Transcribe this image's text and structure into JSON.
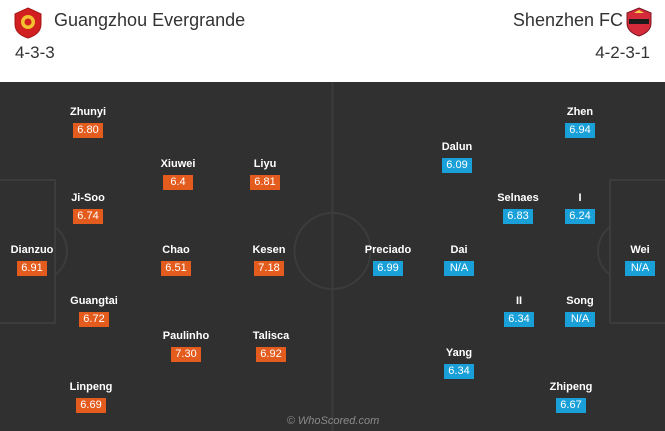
{
  "home": {
    "name": "Guangzhou Evergrande",
    "formation": "4-3-3",
    "crest_icon": "guangzhou-evergrande-crest-icon",
    "rating_color": "#e35c1e",
    "players": [
      {
        "name": "Zhunyi",
        "rating": "6.80"
      },
      {
        "name": "Xiuwei",
        "rating": "6.4"
      },
      {
        "name": "Liyu",
        "rating": "6.81"
      },
      {
        "name": "Ji-Soo",
        "rating": "6.74"
      },
      {
        "name": "Dianzuo",
        "rating": "6.91"
      },
      {
        "name": "Chao",
        "rating": "6.51"
      },
      {
        "name": "Kesen",
        "rating": "7.18"
      },
      {
        "name": "Guangtai",
        "rating": "6.72"
      },
      {
        "name": "Paulinho",
        "rating": "7.30"
      },
      {
        "name": "Talisca",
        "rating": "6.92"
      },
      {
        "name": "Linpeng",
        "rating": "6.69"
      }
    ]
  },
  "away": {
    "name": "Shenzhen FC",
    "formation": "4-2-3-1",
    "crest_icon": "shenzhen-fc-crest-icon",
    "rating_color": "#1aa0d8",
    "players": [
      {
        "name": "Zhen",
        "rating": "6.94"
      },
      {
        "name": "Dalun",
        "rating": "6.09"
      },
      {
        "name": "Selnaes",
        "rating": "6.83"
      },
      {
        "name": "I",
        "rating": "6.24"
      },
      {
        "name": "Preciado",
        "rating": "6.99"
      },
      {
        "name": "Dai",
        "rating": "N/A"
      },
      {
        "name": "Wei",
        "rating": "N/A"
      },
      {
        "name": "II",
        "rating": "6.34"
      },
      {
        "name": "Song",
        "rating": "N/A"
      },
      {
        "name": "Yang",
        "rating": "6.34"
      },
      {
        "name": "Zhipeng",
        "rating": "6.67"
      }
    ]
  },
  "watermark": "© WhoScored.com"
}
